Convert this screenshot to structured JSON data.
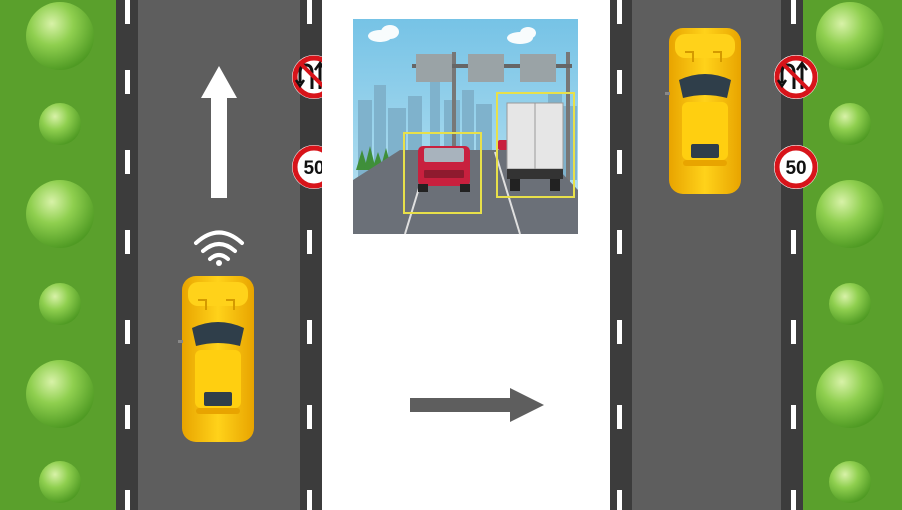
{
  "left_panel": {
    "speed_sign": "50",
    "no_u_turn_sign": "no-u-turn-icon",
    "wireless_signal": "wifi-icon",
    "direction": "up"
  },
  "right_panel": {
    "speed_sign": "50",
    "no_u_turn_sign": "no-u-turn-icon"
  },
  "detection_view": {
    "detected_objects": [
      "car",
      "truck"
    ],
    "box_color": "#e8e04a"
  },
  "transition_arrow": "right-arrow-icon",
  "colors": {
    "grass": "#5aa02c",
    "road": "#5e5e5e",
    "edge": "#3c3c3c",
    "car": "#f5c518",
    "sign_ring": "#d7141a"
  }
}
